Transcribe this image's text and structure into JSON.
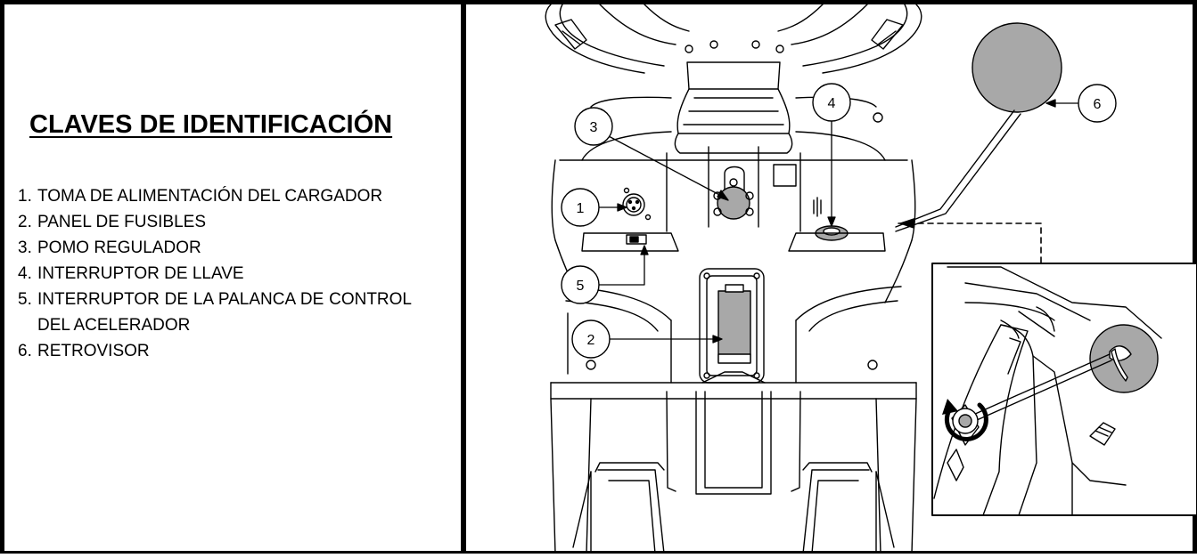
{
  "legend": {
    "title": "CLAVES DE IDENTIFICACIÓN",
    "items": [
      {
        "num": "1.",
        "text": "TOMA DE ALIMENTACIÓN DEL CARGADOR"
      },
      {
        "num": "2.",
        "text": "PANEL DE FUSIBLES"
      },
      {
        "num": "3.",
        "text": "POMO REGULADOR"
      },
      {
        "num": "4.",
        "text": "INTERRUPTOR DE LLAVE"
      },
      {
        "num": "5.",
        "text": "INTERRUPTOR DE LA PALANCA DE CONTROL DEL ACELERADOR"
      },
      {
        "num": "6.",
        "text": "RETROVISOR"
      }
    ]
  },
  "callouts": {
    "c1": "1",
    "c2": "2",
    "c3": "3",
    "c4": "4",
    "c5": "5",
    "c6": "6"
  },
  "colors": {
    "line": "#000000",
    "fill_gray": "#a8a8a8",
    "body_white": "#ffffff"
  }
}
